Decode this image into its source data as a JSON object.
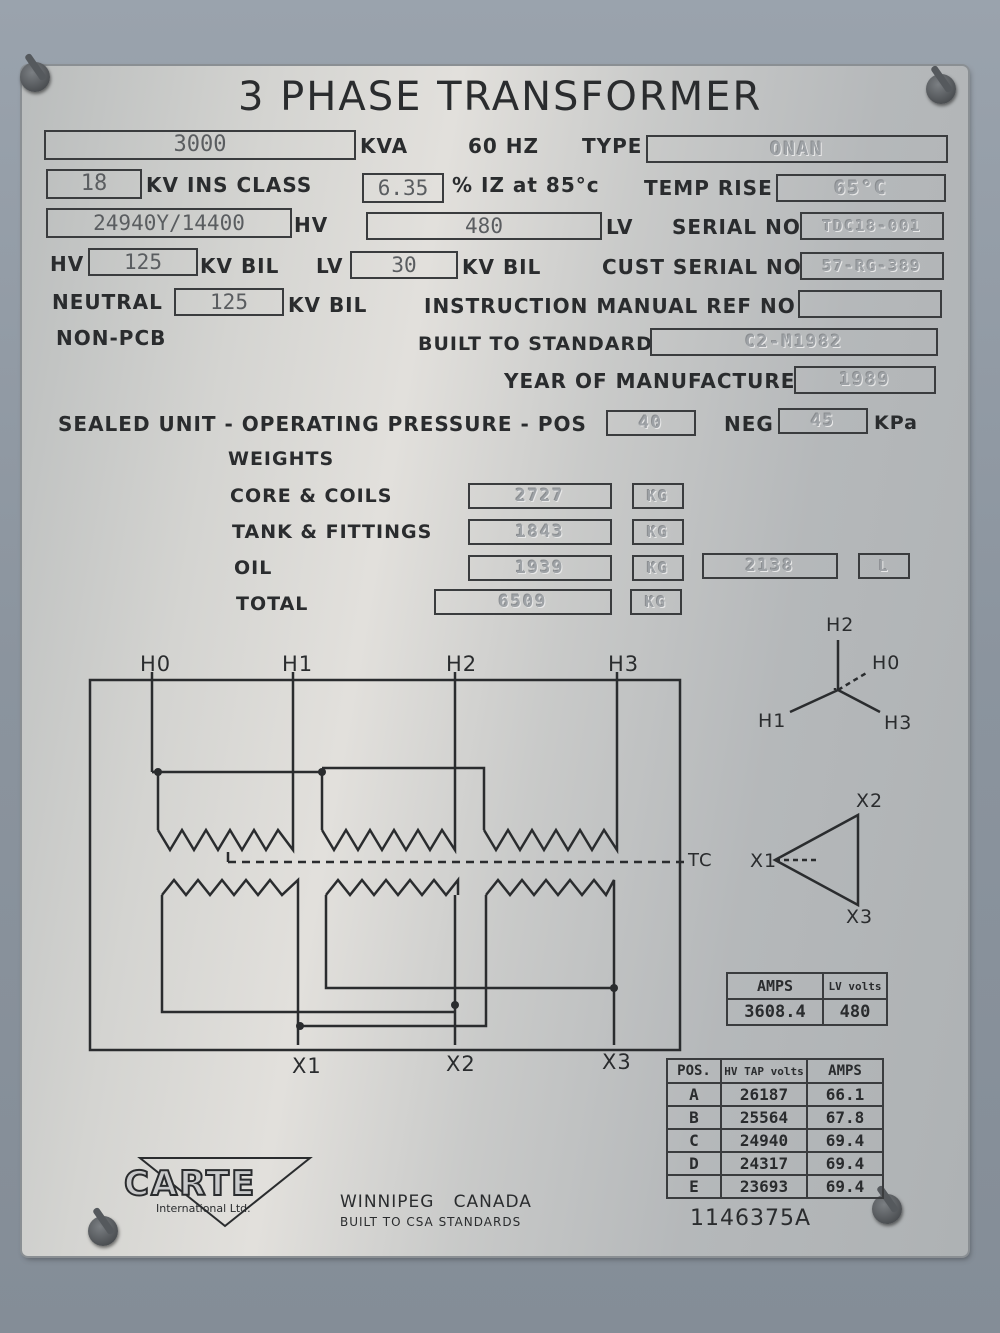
{
  "plate": {
    "title": "3 PHASE TRANSFORMER",
    "kva_value": "3000",
    "kva_label": "KVA",
    "hz_label": "60 HZ",
    "type_label": "TYPE",
    "type_value": "ONAN",
    "kv_ins_value": "18",
    "kv_ins_label": "KV INS CLASS",
    "iz_value": "6.35",
    "iz_label": "% IZ at 85°c",
    "temp_rise_label": "TEMP RISE",
    "temp_rise_value": "65°C",
    "hv_value": "24940Y/14400",
    "hv_label": "HV",
    "lv_value": "480",
    "lv_label": "LV",
    "serial_label": "SERIAL NO",
    "serial_value": "TDC18-001",
    "hv_bil_prefix": "HV",
    "hv_bil_value": "125",
    "hv_bil_label": "KV BIL",
    "lv_bil_prefix": "LV",
    "lv_bil_value": "30",
    "lv_bil_label": "KV BIL",
    "cust_serial_label": "CUST SERIAL NO",
    "cust_serial_value": "57-RG-389",
    "neutral_label": "NEUTRAL",
    "neutral_value": "125",
    "neutral_bil_label": "KV BIL",
    "manual_label": "INSTRUCTION MANUAL REF NO",
    "manual_value": "",
    "non_pcb": "NON-PCB",
    "standard_label": "BUILT TO STANDARD",
    "standard_value": "C2-M1982",
    "year_label": "YEAR OF MANUFACTURE",
    "year_value": "1989",
    "sealed_label": "SEALED UNIT - OPERATING PRESSURE - POS",
    "pos_value": "40",
    "neg_label": "NEG",
    "neg_value": "45",
    "kpa_label": "KPa",
    "weights_label": "WEIGHTS",
    "core_label": "CORE & COILS",
    "core_value": "2727",
    "tank_label": "TANK & FITTINGS",
    "tank_value": "1843",
    "oil_label": "OIL",
    "oil_value": "1939",
    "oil_liters": "2138",
    "liter_unit": "L",
    "total_label": "TOTAL",
    "total_value": "6509",
    "kg_unit": "KG",
    "tc_label": "TC",
    "amps_header": "AMPS",
    "lv_volts_header": "LV volts",
    "amps_value": "3608.4",
    "lv_volts_value": "480",
    "tap_headers": [
      "POS.",
      "HV TAP volts",
      "AMPS"
    ],
    "taps": [
      {
        "pos": "A",
        "volts": "26187",
        "amps": "66.1"
      },
      {
        "pos": "B",
        "volts": "25564",
        "amps": "67.8"
      },
      {
        "pos": "C",
        "volts": "24940",
        "amps": "69.4"
      },
      {
        "pos": "D",
        "volts": "24317",
        "amps": "69.4"
      },
      {
        "pos": "E",
        "volts": "23693",
        "amps": "69.4"
      }
    ],
    "maker": "CARTE",
    "maker_sub": "International Ltd.",
    "city": "WINNIPEG   CANADA",
    "csa": "BUILT TO CSA STANDARDS",
    "part_no": "1146375A"
  },
  "terminals": {
    "h0": "H0",
    "h1": "H1",
    "h2": "H2",
    "h3": "H3",
    "x1": "X1",
    "x2": "X2",
    "x3": "X3"
  }
}
